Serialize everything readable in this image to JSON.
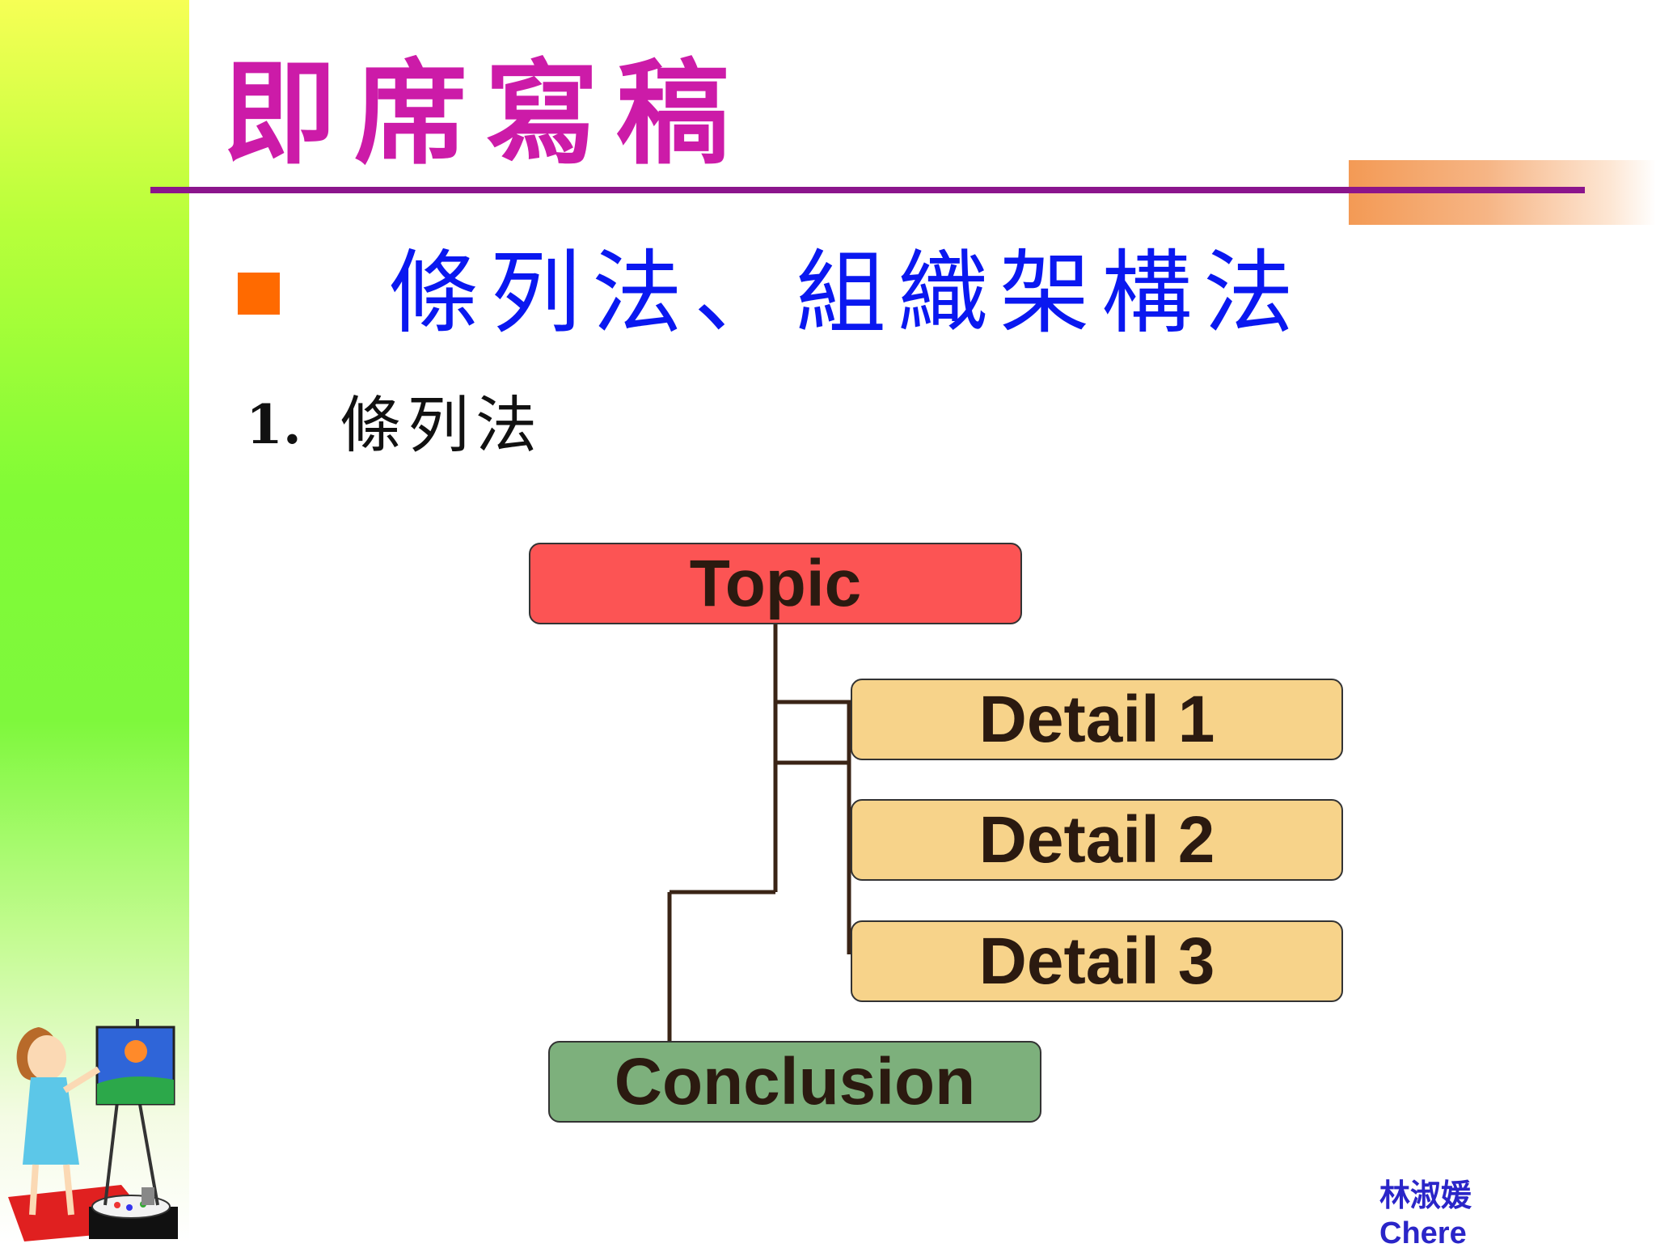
{
  "slide": {
    "title": "即席寫稿",
    "subtitle": "條列法、組織架構法",
    "item_number": "1.",
    "item_label": "條列法"
  },
  "diagram": {
    "topic": "Topic",
    "details": [
      "Detail 1",
      "Detail 2",
      "Detail 3"
    ],
    "conclusion": "Conclusion"
  },
  "footer": {
    "author_cn": "林淑媛",
    "author_en": "Chere"
  },
  "colors": {
    "title": "#cc1ba8",
    "rule": "#8b158c",
    "subtitle": "#0a18f0",
    "bullet": "#ff6a00",
    "topic_fill": "#fc5454",
    "detail_fill": "#f7d38a",
    "conclusion_fill": "#7db07c"
  }
}
